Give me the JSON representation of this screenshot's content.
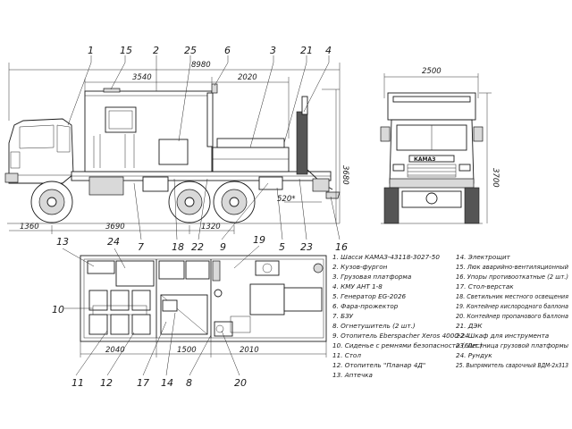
{
  "dimensions": {
    "cabin_length": "3540",
    "overall_length": "8980",
    "platform_length": "2020",
    "width": "2500",
    "height_side": "3680",
    "height_front": "3700",
    "front_overhang": "1360",
    "wheelbase_front": "3690",
    "wheelbase_rear": "1320",
    "hitch": "520*",
    "plan_cabin": "2040",
    "plan_middle": "1500",
    "plan_platform": "2010"
  },
  "callouts": {
    "c1": "1",
    "c15": "15",
    "c2": "2",
    "c25": "25",
    "c6": "6",
    "c3": "3",
    "c21": "21",
    "c4": "4",
    "c13": "13",
    "c24": "24",
    "c7": "7",
    "c18": "18",
    "c22": "22",
    "c9": "9",
    "c19": "19",
    "c5": "5",
    "c23": "23",
    "c16": "16",
    "c10": "10",
    "c11": "11",
    "c12": "12",
    "c17": "17",
    "c14": "14",
    "c8": "8",
    "c20": "20"
  },
  "legend_left": [
    "1. Шасси КАМАЗ-43118-3027-50",
    "2. Кузов-фургон",
    "3. Грузовая платформа",
    "4. КМУ АНТ 1-8",
    "5. Генератор EG-2026",
    "6. Фара-прожектор",
    "7. БЗУ",
    "8. Огнетушитель (2 шт.)",
    "9. Отопитель Eberspacher Xeros 4000-24",
    "10. Сиденье с ремнями безопасности (6шт.)",
    "11. Стол",
    "12. Отопитель \"Планар 4Д\"",
    "13. Аптечка"
  ],
  "legend_right": [
    "14. Электрощит",
    "15. Люк аварийно-вентиляционный",
    "16. Упоры противооткатные (2 шт.)",
    "17. Стол-верстак",
    "18. Светильник местного освещения",
    "19. Контейнер кислородного баллона",
    "20. Контейнер пропанового баллона",
    "21. ДЭК",
    "22. Шкаф для инструмента",
    "23. Лестница грузовой платформы",
    "24. Рундук",
    "25. Выпрямитель сварочный ВДМ-2х313"
  ],
  "badge": "КАМАЗ"
}
